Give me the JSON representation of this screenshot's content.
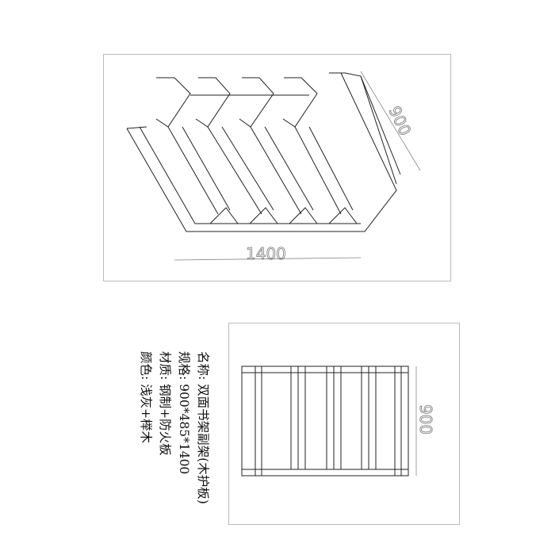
{
  "spec": {
    "lines": [
      {
        "label": "名称:",
        "value": "双面书架副架(木护板)"
      },
      {
        "label": "规格:",
        "value": "900*485*1400"
      },
      {
        "label": "材质:",
        "value": "钢制+防火板"
      },
      {
        "label": "颜色:",
        "value": "浅灰+榉木"
      }
    ]
  },
  "dimensions": {
    "iso_depth": "900",
    "iso_width": "1400",
    "side_height": "900"
  }
}
